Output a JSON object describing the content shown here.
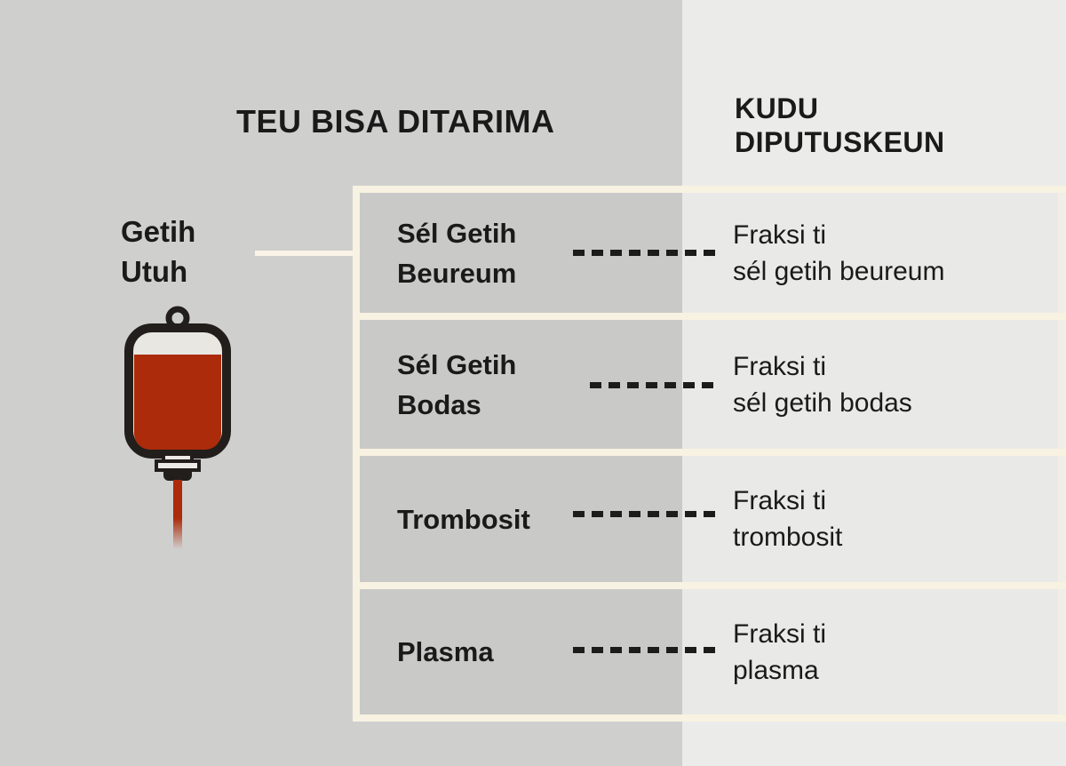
{
  "header": {
    "left_title": "TEU BISA DITARIMA",
    "right_title": "KUDU\nDIPUTUSKEUN"
  },
  "source": {
    "label": "Getih\nUtuh",
    "icon": "blood-bag-icon"
  },
  "rows": [
    {
      "component": "Sél Getih\nBeureum",
      "fraction": "Fraksi ti\nsél getih beureum"
    },
    {
      "component": "Sél Getih\nBodas",
      "fraction": "Fraksi ti\nsél getih bodas"
    },
    {
      "component": "Trombosit",
      "fraction": "Fraksi ti\ntrombosit"
    },
    {
      "component": "Plasma",
      "fraction": "Fraksi ti\nplasma"
    }
  ],
  "colors": {
    "left_background": "#cfcfce",
    "right_background": "#ebebea",
    "row_cell_left": "#c9c9c8",
    "row_cell_right": "#e9e9e8",
    "cream_line": "#f8f2e2",
    "text": "#1a1a1a",
    "blood_red": "#ab2b0a",
    "bag_outline": "#211e1c"
  }
}
